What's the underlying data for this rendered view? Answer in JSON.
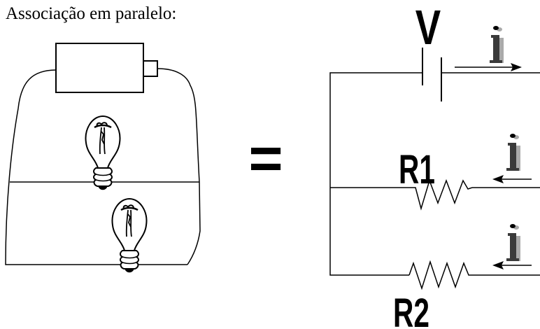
{
  "title": "Associação em paralelo:",
  "equals_sign": "=",
  "circuit": {
    "source_label": "V",
    "current_symbol": "i",
    "resistor_1_label": "R1",
    "resistor_2_label": "R2"
  }
}
